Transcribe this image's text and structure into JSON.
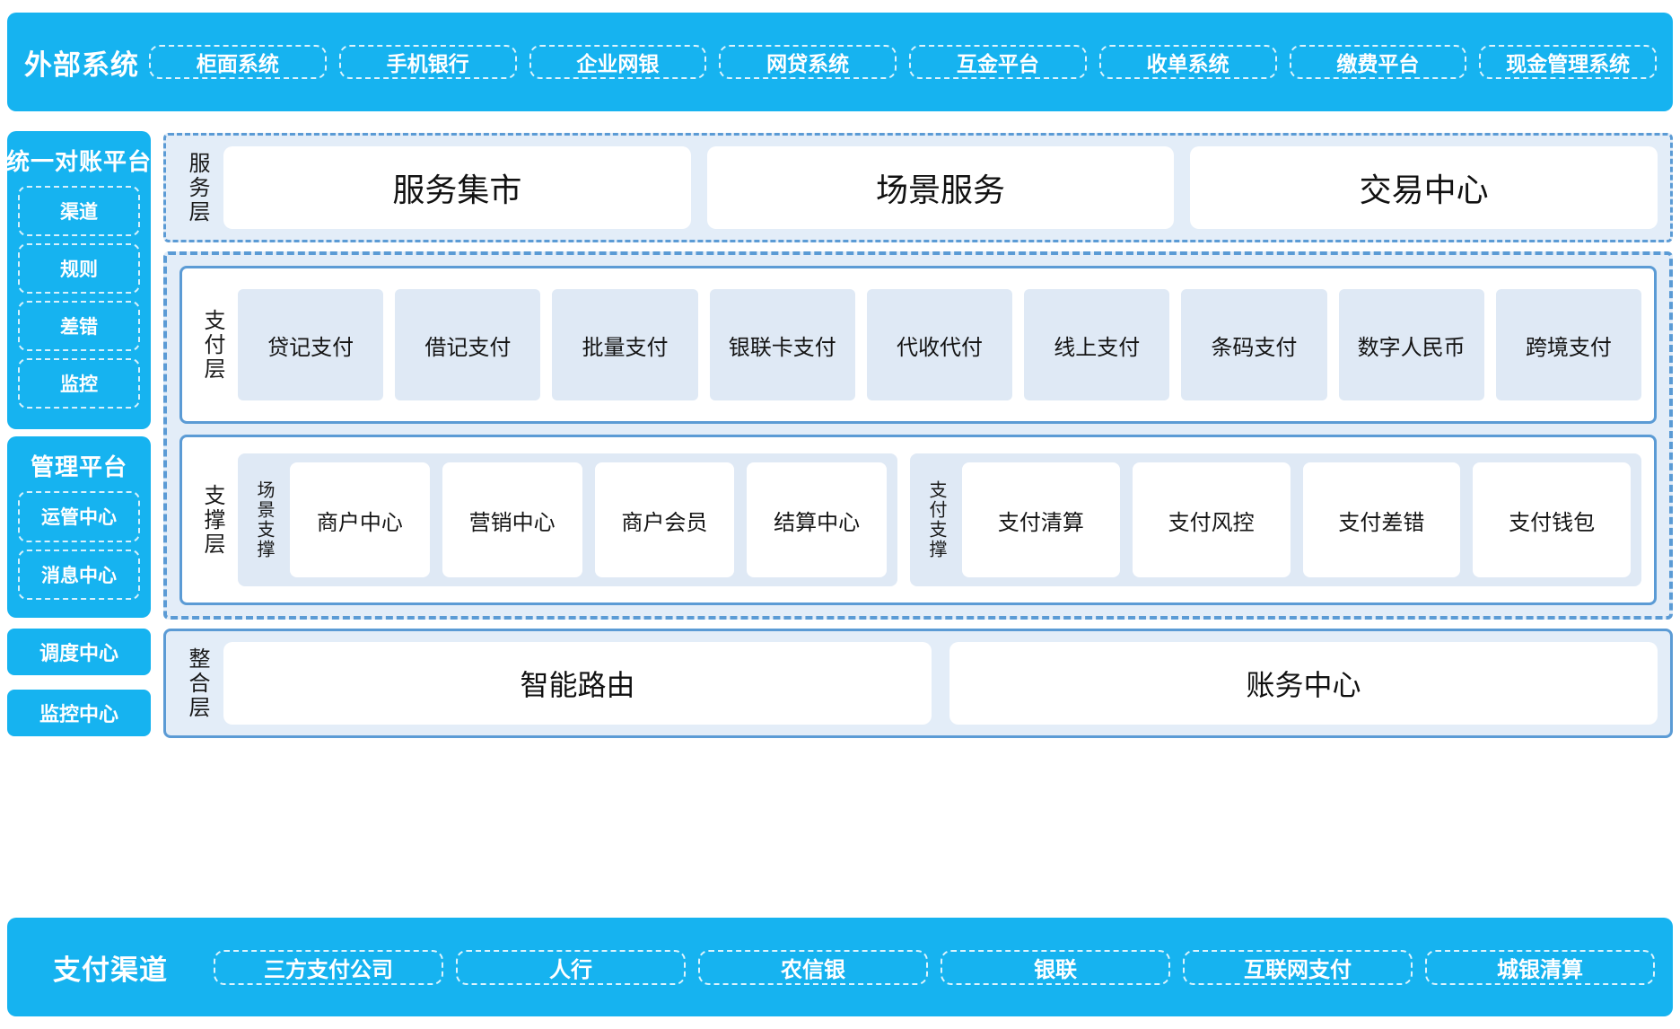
{
  "colors": {
    "brand_blue": "#16b3f0",
    "panel_bg": "#e3edf8",
    "border_blue": "#5b9bd5",
    "tile_blue": "#dfe9f5",
    "white": "#ffffff"
  },
  "external_systems": {
    "title": "外部系统",
    "items": [
      "柜面系统",
      "手机银行",
      "企业网银",
      "网贷系统",
      "互金平台",
      "收单系统",
      "缴费平台",
      "现金管理系统"
    ]
  },
  "left_rail": {
    "recon_platform": {
      "title": "统一对账平台",
      "items": [
        "渠道",
        "规则",
        "差错",
        "监控"
      ]
    },
    "mgmt_platform": {
      "title": "管理平台",
      "items": [
        "运管中心",
        "消息中心"
      ]
    },
    "standalone": [
      "调度中心",
      "监控中心"
    ]
  },
  "service_layer": {
    "label": "服务层",
    "cards": [
      "服务集市",
      "场景服务",
      "交易中心"
    ]
  },
  "payment_layer": {
    "label": "支付层",
    "tiles": [
      "贷记支付",
      "借记支付",
      "批量支付",
      "银联卡支付",
      "代收代付",
      "线上支付",
      "条码支付",
      "数字人民币",
      "跨境支付"
    ]
  },
  "support_layer": {
    "label": "支撑层",
    "groups": [
      {
        "label": "场景支撑",
        "tiles": [
          "商户中心",
          "营销中心",
          "商户会员",
          "结算中心"
        ]
      },
      {
        "label": "支付支撑",
        "tiles": [
          "支付清算",
          "支付风控",
          "支付差错",
          "支付钱包"
        ]
      }
    ]
  },
  "integration_layer": {
    "label": "整合层",
    "cards": [
      "智能路由",
      "账务中心"
    ]
  },
  "payment_channels": {
    "title": "支付渠道",
    "items": [
      "三方支付公司",
      "人行",
      "农信银",
      "银联",
      "互联网支付",
      "城银清算"
    ]
  }
}
